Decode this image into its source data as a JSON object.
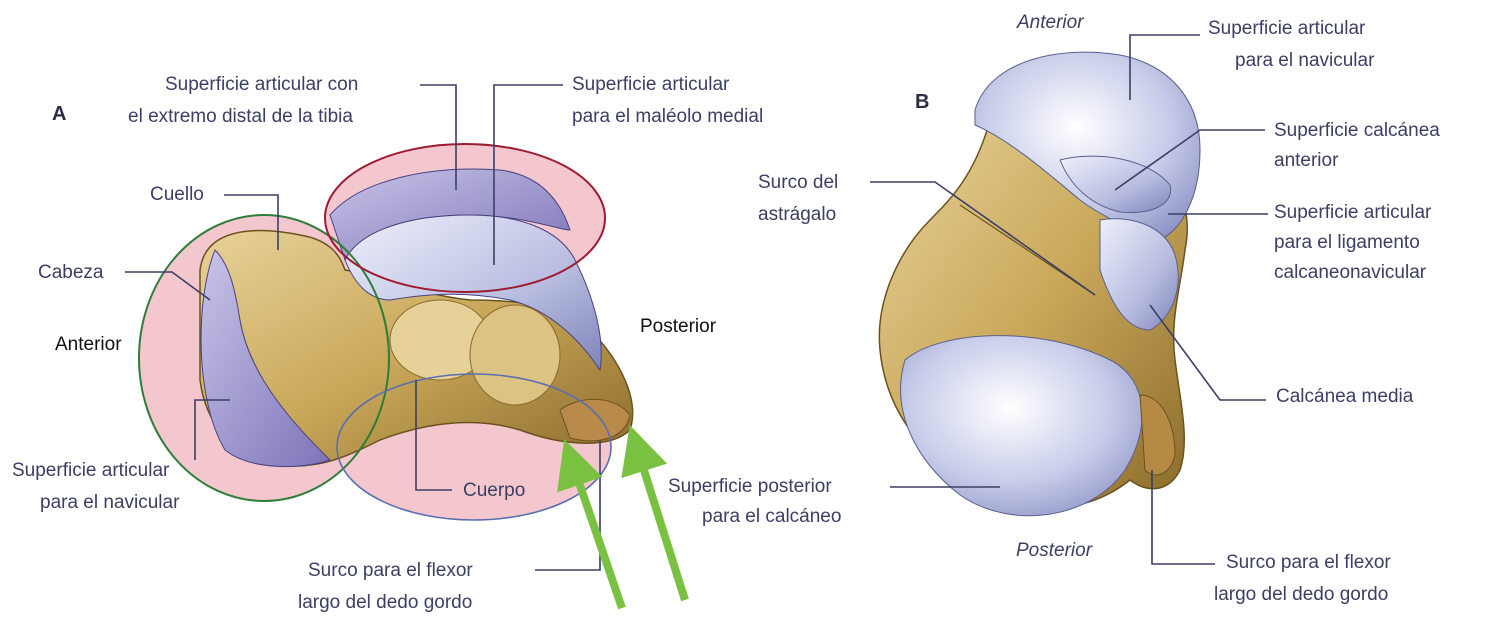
{
  "panel_a": {
    "letter": "A",
    "labels": {
      "tibia_line1": "Superficie articular con",
      "tibia_line2": "el extremo distal de la tibia",
      "malleolus_line1": "Superficie articular",
      "malleolus_line2": "para el maléolo medial",
      "neck": "Cuello",
      "head": "Cabeza",
      "anterior": "Anterior",
      "posterior": "Posterior",
      "navicular_line1": "Superficie articular",
      "navicular_line2": "para el navicular",
      "body": "Cuerpo",
      "groove_line1": "Surco para el flexor",
      "groove_line2": "largo del dedo gordo"
    },
    "colors": {
      "highlight_fill": "#f4c7cf",
      "head_ellipse_stroke": "#2e7d3a",
      "talus_ellipse_stroke": "#9e1b32",
      "body_ellipse_stroke": "#5a6fb0",
      "arrow": "#7ac142"
    }
  },
  "panel_b": {
    "letter": "B",
    "labels": {
      "anterior": "Anterior",
      "posterior": "Posterior",
      "nav_line1": "Superficie articular",
      "nav_line2": "para el navicular",
      "calc_ant_line1": "Superficie calcánea",
      "calc_ant_line2": "anterior",
      "sulcus_line1": "Surco del",
      "sulcus_line2": "astrágalo",
      "lig_line1": "Superficie articular",
      "lig_line2": "para el ligamento",
      "lig_line3": "calcaneonavicular",
      "calc_medial": "Calcánea media",
      "post_line1": "Superficie posterior",
      "post_line2": "para el calcáneo",
      "groove_line1": "Surco para el flexor",
      "groove_line2": "largo del dedo gordo"
    }
  }
}
